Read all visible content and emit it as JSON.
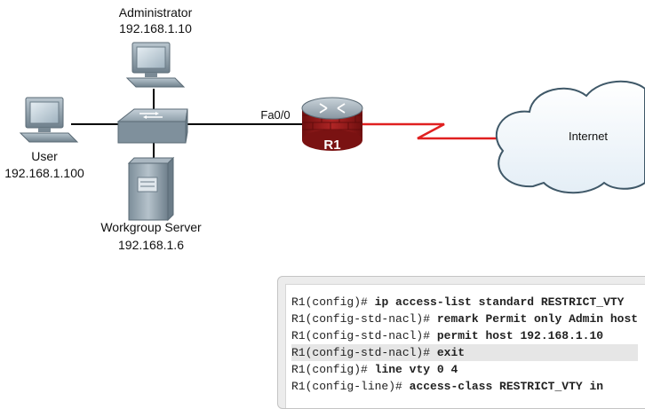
{
  "diagram": {
    "nodes": {
      "admin": {
        "name": "Administrator",
        "ip": "192.168.1.10",
        "icon": "pc-icon"
      },
      "user": {
        "name": "User",
        "ip": "192.168.1.100",
        "icon": "pc-icon"
      },
      "server": {
        "name": "Workgroup Server",
        "ip": "192.168.1.6",
        "icon": "server-icon"
      },
      "switch": {
        "icon": "switch-icon"
      },
      "router": {
        "name": "R1",
        "icon": "router-icon"
      },
      "internet": {
        "name": "Internet",
        "icon": "cloud-icon"
      }
    },
    "interface_label": "Fa0/0",
    "colors": {
      "wan_link": "#e02020",
      "lan_link": "#000000",
      "device": "#8a9aa6",
      "router_body": "#9a1a1a"
    }
  },
  "cli": {
    "lines": [
      {
        "prompt": "R1(config)#",
        "command": "ip access-list standard RESTRICT_VTY"
      },
      {
        "prompt": "R1(config-std-nacl)#",
        "command": "remark Permit only Admin host"
      },
      {
        "prompt": "R1(config-std-nacl)#",
        "command": "permit host 192.168.1.10"
      },
      {
        "prompt": "R1(config-std-nacl)#",
        "command": "exit"
      },
      {
        "prompt": "R1(config)#",
        "command": "line vty 0 4"
      },
      {
        "prompt": "R1(config-line)#",
        "command": "access-class RESTRICT_VTY in"
      }
    ]
  }
}
